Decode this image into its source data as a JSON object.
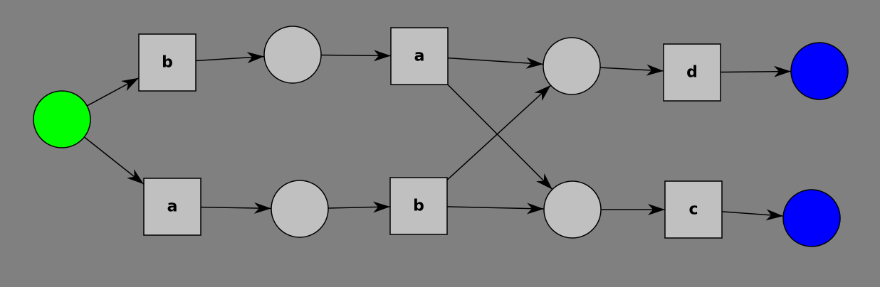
{
  "colors": {
    "background": "#808080",
    "start_place": "#00ff00",
    "end_place": "#0000ff",
    "node_fill": "#c0c0c0",
    "stroke": "#000000"
  },
  "places": {
    "p0": {
      "kind": "start"
    },
    "p1": {
      "kind": "normal"
    },
    "p2": {
      "kind": "normal"
    },
    "p3": {
      "kind": "normal"
    },
    "p4": {
      "kind": "normal"
    },
    "p5": {
      "kind": "end"
    },
    "p6": {
      "kind": "end"
    }
  },
  "transitions": {
    "t_b_top": {
      "label": "b"
    },
    "t_a_bottom": {
      "label": "a"
    },
    "t_a_mid": {
      "label": "a"
    },
    "t_b_mid": {
      "label": "b"
    },
    "t_d": {
      "label": "d"
    },
    "t_c": {
      "label": "c"
    }
  },
  "arcs": [
    {
      "from": "p0",
      "to": "t_b_top"
    },
    {
      "from": "p0",
      "to": "t_a_bottom"
    },
    {
      "from": "t_b_top",
      "to": "p1"
    },
    {
      "from": "t_a_bottom",
      "to": "p2"
    },
    {
      "from": "p1",
      "to": "t_a_mid"
    },
    {
      "from": "p2",
      "to": "t_b_mid"
    },
    {
      "from": "t_a_mid",
      "to": "p3"
    },
    {
      "from": "t_a_mid",
      "to": "p4"
    },
    {
      "from": "t_b_mid",
      "to": "p3"
    },
    {
      "from": "t_b_mid",
      "to": "p4"
    },
    {
      "from": "p3",
      "to": "t_d"
    },
    {
      "from": "p4",
      "to": "t_c"
    },
    {
      "from": "t_d",
      "to": "p5"
    },
    {
      "from": "t_c",
      "to": "p6"
    }
  ]
}
